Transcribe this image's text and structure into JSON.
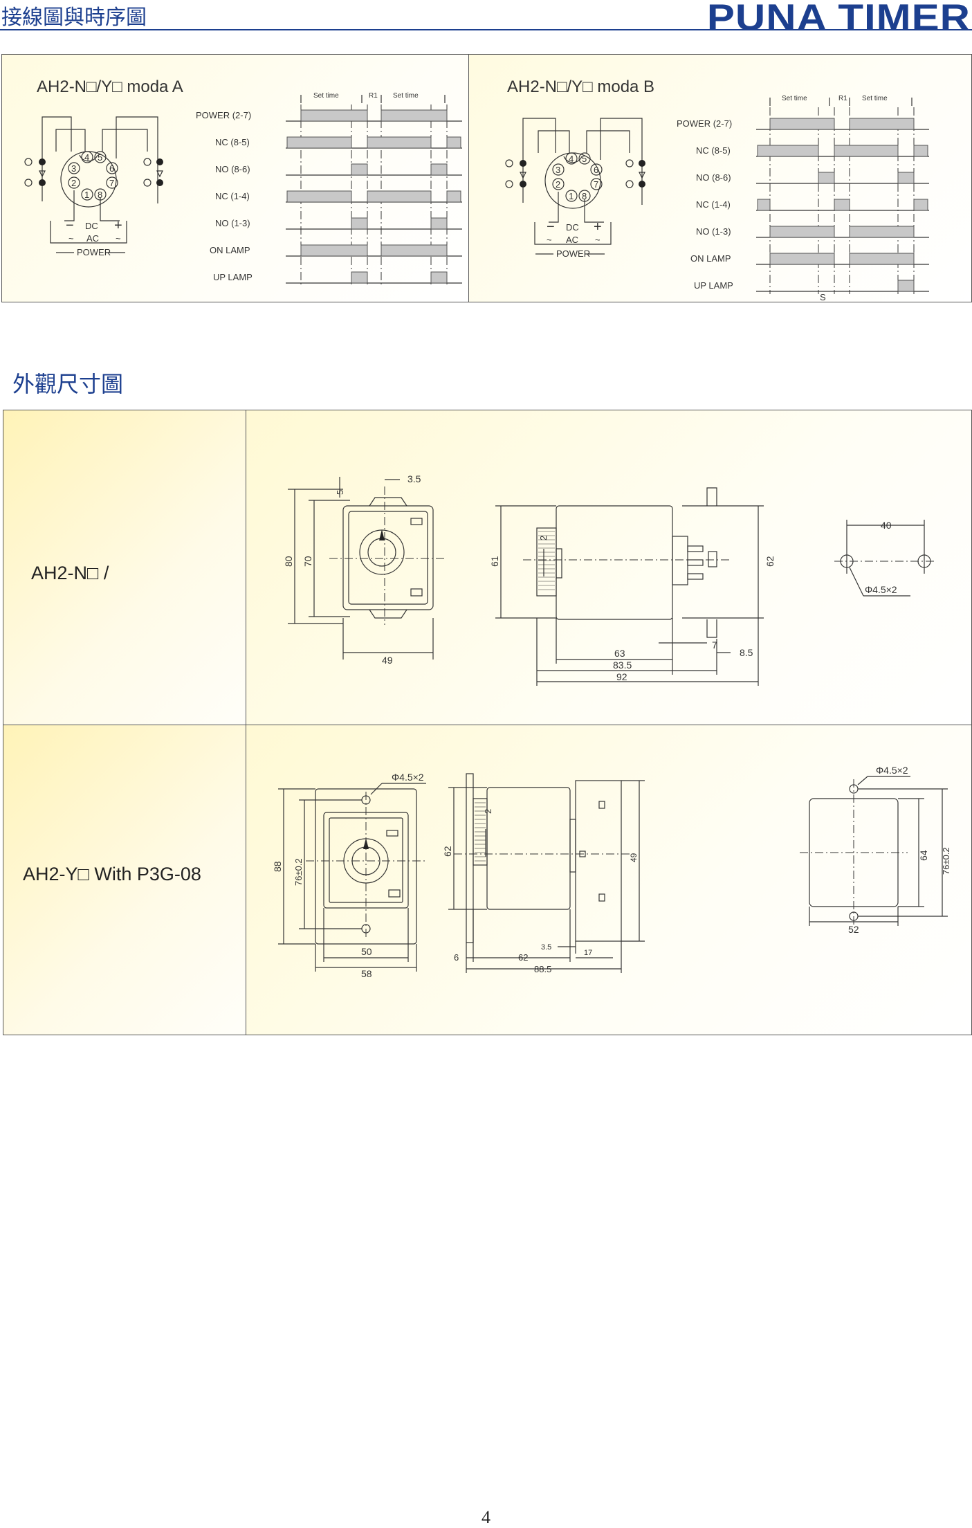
{
  "header": {
    "title": "接線圖與時序圖",
    "brand": "PUNA TIMER"
  },
  "timing": {
    "panel_a": {
      "title": "AH2-N□/Y□   moda A",
      "pins": [
        "1",
        "2",
        "3",
        "4",
        "5",
        "6",
        "7",
        "8"
      ],
      "power_labels": {
        "minus": "−",
        "dc": "DC",
        "plus": "+",
        "ac_left": "~",
        "ac": "AC",
        "ac_right": "~",
        "power": "POWER"
      },
      "header_marks": {
        "set_time_1": "Set time",
        "r1": "R1",
        "set_time_2": "Set time"
      },
      "rows": [
        "POWER  (2-7)",
        "NC  (8-5)",
        "NO  (8-6)",
        "NC  (1-4)",
        "NO  (1-3)",
        "ON  LAMP",
        "UP  LAMP"
      ]
    },
    "panel_b": {
      "title": "AH2-N□/Y□   moda B",
      "pins": [
        "1",
        "2",
        "3",
        "4",
        "5",
        "6",
        "7",
        "8"
      ],
      "power_labels": {
        "minus": "−",
        "dc": "DC",
        "plus": "+",
        "ac_left": "~",
        "ac": "AC",
        "ac_right": "~",
        "power": "POWER"
      },
      "header_marks": {
        "set_time_1": "Set time",
        "r1": "R1",
        "set_time_2": "Set time"
      },
      "rows": [
        "POWER  (2-7)",
        "NC  (8-5)",
        "NO  (8-6)",
        "NC  (1-4)",
        "NO  (1-3)",
        "ON  LAMP",
        "UP  LAMP"
      ],
      "footer_mark": "S"
    }
  },
  "dimensions": {
    "title": "外觀尺寸圖",
    "row1": {
      "label": "AH2-N□  /",
      "front": {
        "d_3_5": "3.5",
        "d_5": "5",
        "d_80": "80",
        "d_70": "70",
        "d_49": "49"
      },
      "side": {
        "d_61": "61",
        "d_2": "2",
        "d_62": "62",
        "d_7": "7",
        "d_8_5": "8.5",
        "d_63": "63",
        "d_83_5": "83.5",
        "d_92": "92"
      },
      "mount": {
        "d_40": "40",
        "hole": "Φ4.5×2"
      }
    },
    "row2": {
      "label": "AH2-Y□  With P3G-08",
      "front": {
        "hole": "Φ4.5×2",
        "d_88": "88",
        "d_76": "76±0.2",
        "d_50": "50",
        "d_58": "58"
      },
      "side": {
        "d_62": "62",
        "d_2": "2",
        "d_49": "49",
        "d_3_5": "3.5",
        "d_17": "17",
        "d_6": "6",
        "d_62b": "62",
        "d_88_5": "88.5"
      },
      "mount": {
        "hole": "Φ4.5×2",
        "d_64": "64",
        "d_76": "76±0.2",
        "d_52": "52"
      }
    }
  },
  "footer": {
    "page": "4"
  }
}
